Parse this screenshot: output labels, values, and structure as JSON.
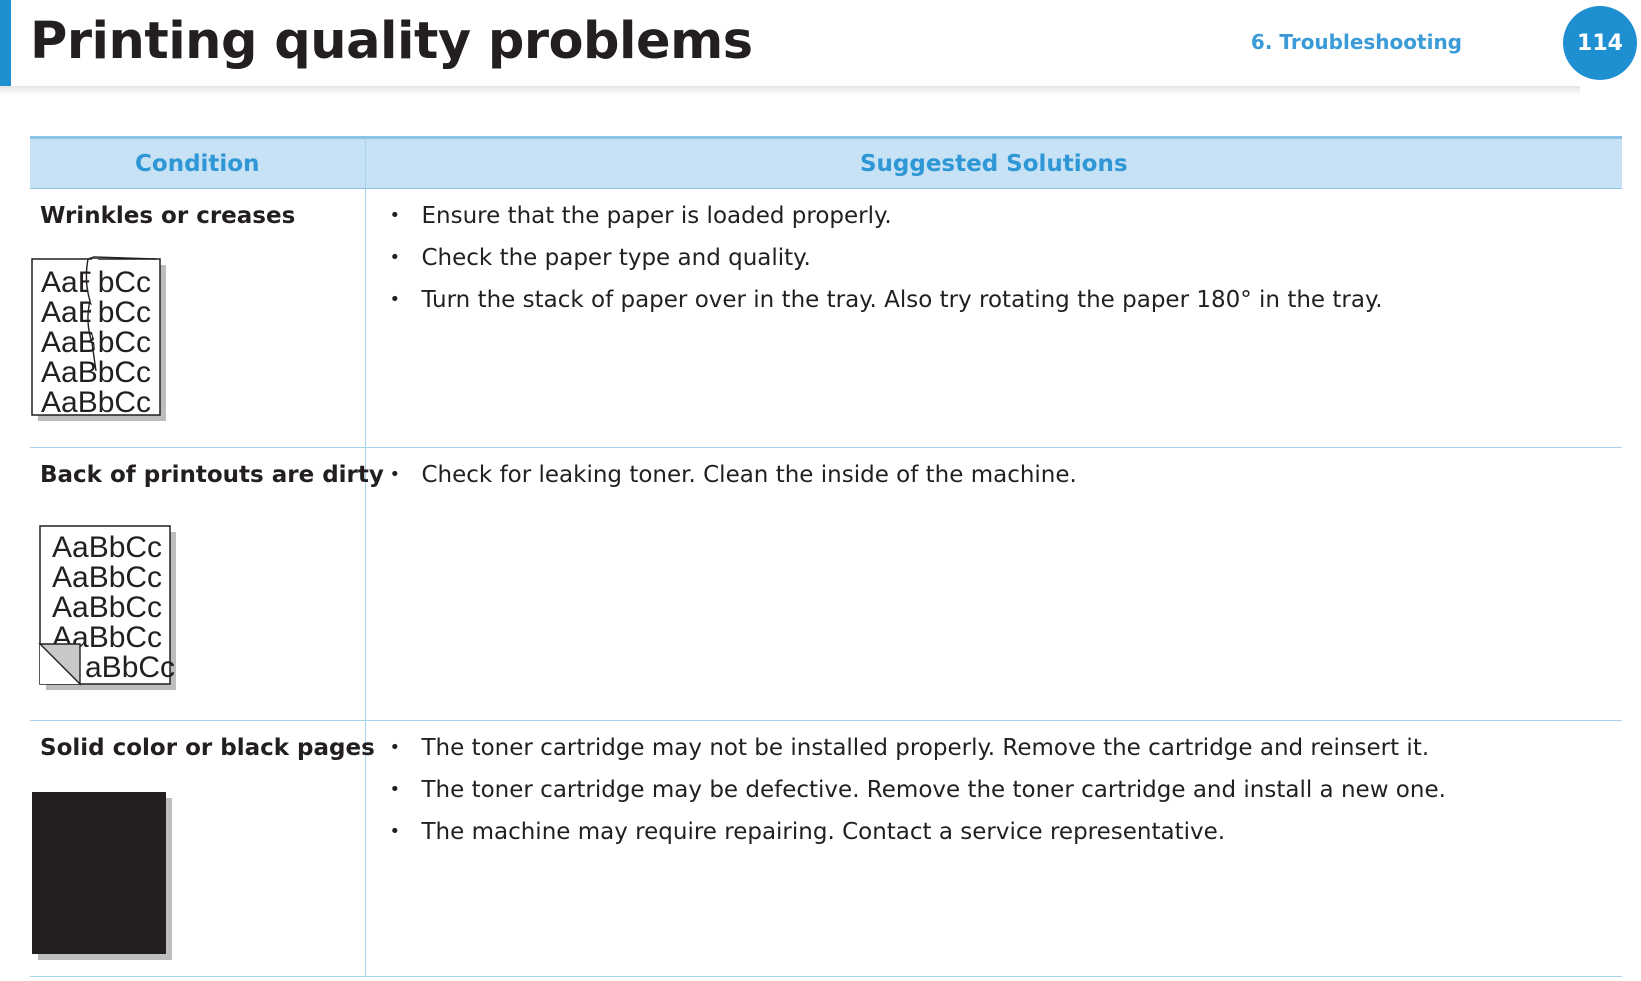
{
  "header": {
    "title": "Printing quality problems",
    "chapter": "6.  Troubleshooting",
    "page_number": "114"
  },
  "table": {
    "columns": [
      "Condition",
      "Suggested Solutions"
    ],
    "rows": [
      {
        "condition": "Wrinkles or creases",
        "illustration_text": [
          "AaBbCc",
          "AaBbCc",
          "AaBbCc",
          "AaBbCc",
          "AaBbCc"
        ],
        "solutions": [
          "Ensure that the paper is loaded properly.",
          "Check the paper type and quality.",
          "Turn the stack of paper over in the tray. Also try rotating the paper 180° in the tray."
        ]
      },
      {
        "condition": "Back of printouts are dirty",
        "illustration_text": [
          "AaBbCc",
          "AaBbCc",
          "AaBbCc",
          "AaBbCc",
          "aBbCc"
        ],
        "solutions": [
          "Check for leaking toner. Clean the inside of the machine."
        ]
      },
      {
        "condition": "Solid color or black pages",
        "solutions": [
          "The toner cartridge may not be installed properly. Remove the cartridge and reinsert it.",
          "The toner cartridge may be defective. Remove the toner cartridge and install a new one.",
          "The machine may require repairing. Contact a service representative."
        ]
      }
    ]
  },
  "colors": {
    "accent": "#1e90d2",
    "header_fill": "#c6e2f4",
    "header_text": "#2f97d6",
    "text": "#231f20",
    "solid_page": "#231f20"
  },
  "icons": {
    "bullet": "•"
  }
}
